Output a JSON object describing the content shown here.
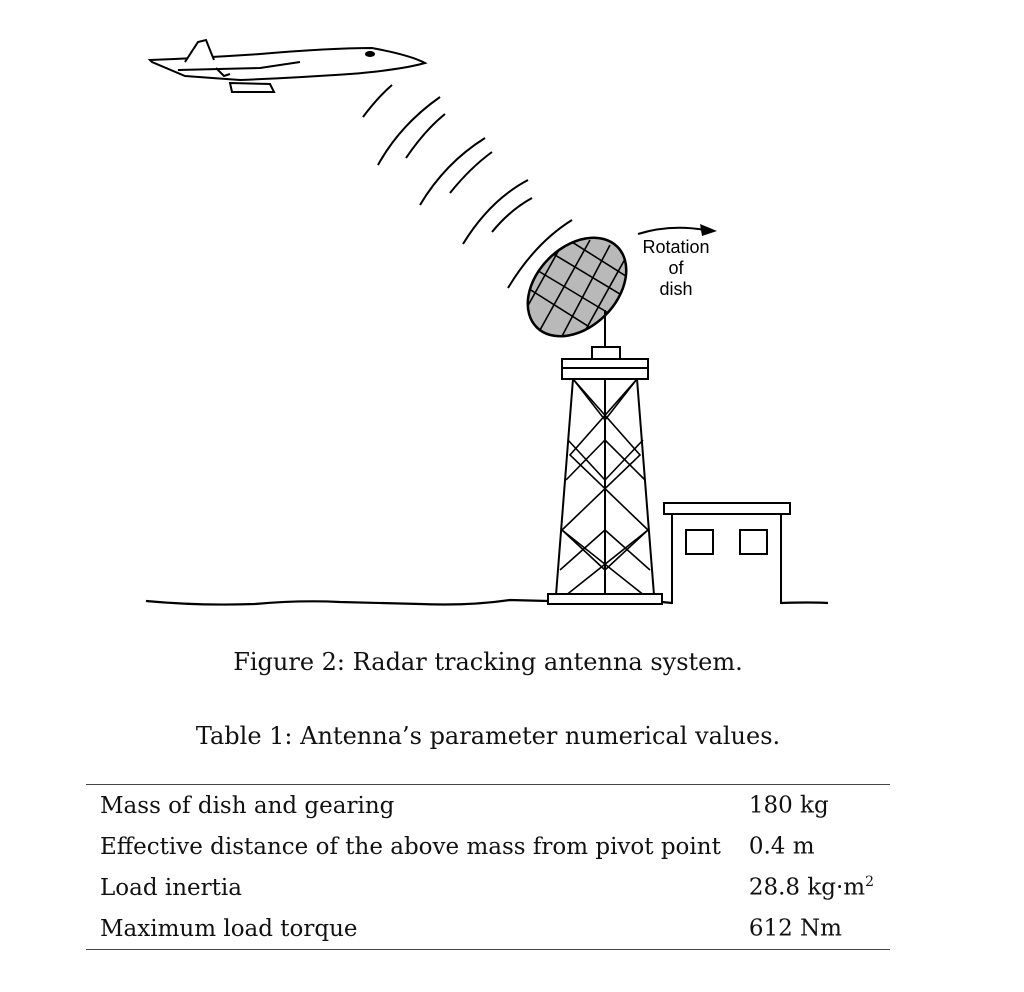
{
  "figure": {
    "annotation": [
      "Rotation",
      "of",
      "dish"
    ],
    "caption": "Figure 2: Radar tracking antenna system."
  },
  "table": {
    "caption": "Table 1: Antenna’s parameter numerical values.",
    "rows": [
      {
        "parameter": "Mass of dish and gearing",
        "value": "180 kg",
        "unit_exponent": ""
      },
      {
        "parameter": "Effective distance of the above mass from pivot point",
        "value": "0.4 m",
        "unit_exponent": ""
      },
      {
        "parameter": "Load inertia",
        "value": "28.8 kg·m",
        "unit_exponent": "2"
      },
      {
        "parameter": "Maximum load torque",
        "value": "612 Nm",
        "unit_exponent": ""
      }
    ]
  }
}
